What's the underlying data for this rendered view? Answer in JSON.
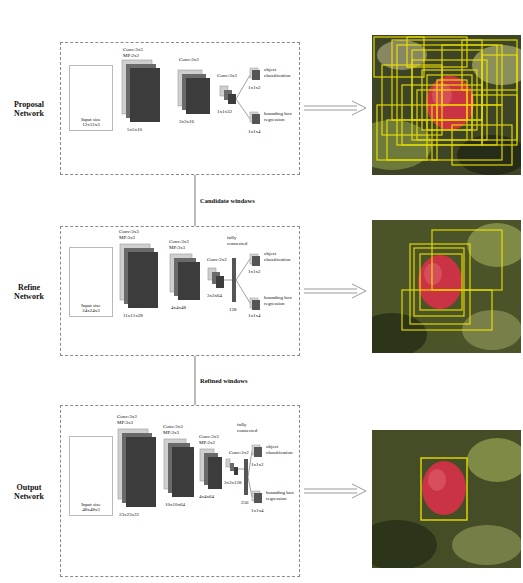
{
  "diagram": {
    "nodes": [
      {
        "text": [
          "Proposal Network"
        ]
      },
      {
        "text": [
          "Input size 12x12x3"
        ],
        "in": 0
      },
      {
        "text": [
          "Refine Network"
        ]
      },
      {
        "text": [
          "Input size 24x24x3"
        ],
        "in": 2
      },
      {
        "text": [
          "Output Network"
        ]
      },
      {
        "text": [
          "Input size 48x48x3"
        ],
        "in": 4
      }
    ],
    "edges": [
      {
        "from": 0,
        "to": 2,
        "label": "Candidate windows",
        "arrow": "none"
      },
      {
        "from": 2,
        "to": 4,
        "label": "Refined windows",
        "arrow": "none"
      }
    ],
    "labels": [
      "Conv:3x3 MP:2x2",
      "Conv:3x3",
      "Conv:3x3",
      "5x5x10",
      "3x3x16",
      "1x1x32",
      "object classification",
      "1x1x2",
      "bounding box regression",
      "1x1x4",
      "Conv:3x3 MP:3x3",
      "Conv:3x3 MP:3x3",
      "Conv:2x2",
      "fully connected",
      "11x11x28",
      "4x4x48",
      "3x3x64",
      "128",
      "object classification",
      "1x1x2",
      "bounding box regression",
      "1x1x4",
      "Conv:3x3 MP:3x3",
      "Conv:3x3 MP:3x3",
      "Conv:3x3 MP:2x2",
      "Conv:2x2",
      "fully connected",
      "23x23x32",
      "10x10x64",
      "4x4x64",
      "3x3x128",
      "256",
      "object classification",
      "1x1x2",
      "bounding box regression",
      "1x1x4"
    ]
  }
}
